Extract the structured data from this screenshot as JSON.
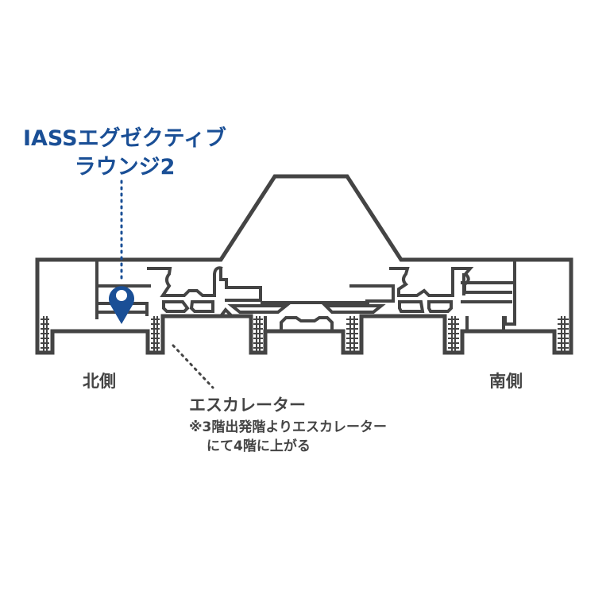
{
  "location": {
    "line1": "IASSエグゼクティブ",
    "line2": "ラウンジ2"
  },
  "labels": {
    "north": "北側",
    "south": "南側",
    "escalator": "エスカレーター",
    "note_line1": "※3階出発階よりエスカレーター",
    "note_line2": "にて4階に上がる"
  },
  "colors": {
    "accent": "#1a4f96",
    "line": "#444444"
  }
}
